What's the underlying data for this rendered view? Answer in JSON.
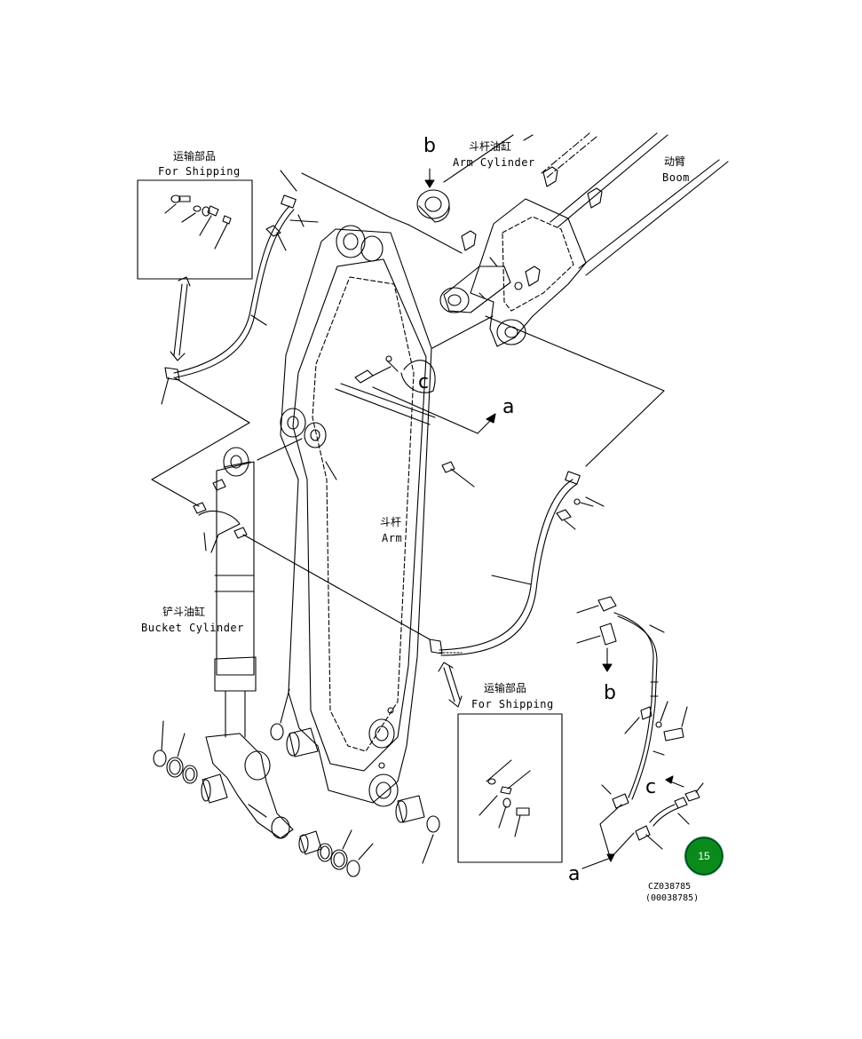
{
  "labels": {
    "shipping_cn_1": "运输部品",
    "shipping_en_1": "For Shipping",
    "arm_cylinder_cn": "斗杆油缸",
    "arm_cylinder_en": "Arm Cylinder",
    "boom_cn": "动臂",
    "boom_en": "Boom",
    "arm_cn": "斗杆",
    "arm_en": "Arm",
    "bucket_cylinder_cn": "铲斗油缸",
    "bucket_cylinder_en": "Bucket Cylinder",
    "shipping_cn_2": "运输部品",
    "shipping_en_2": "For Shipping"
  },
  "callouts": {
    "b_top": "b",
    "c_arm": "c",
    "a_arm": "a",
    "b_detail": "b",
    "c_detail": "c",
    "a_detail": "a"
  },
  "drawing_number": "CZ038785",
  "drawing_number_alt": "(00038785)",
  "page_badge": "15",
  "colors": {
    "line": "#000000",
    "badge": "#0a8a1a"
  }
}
